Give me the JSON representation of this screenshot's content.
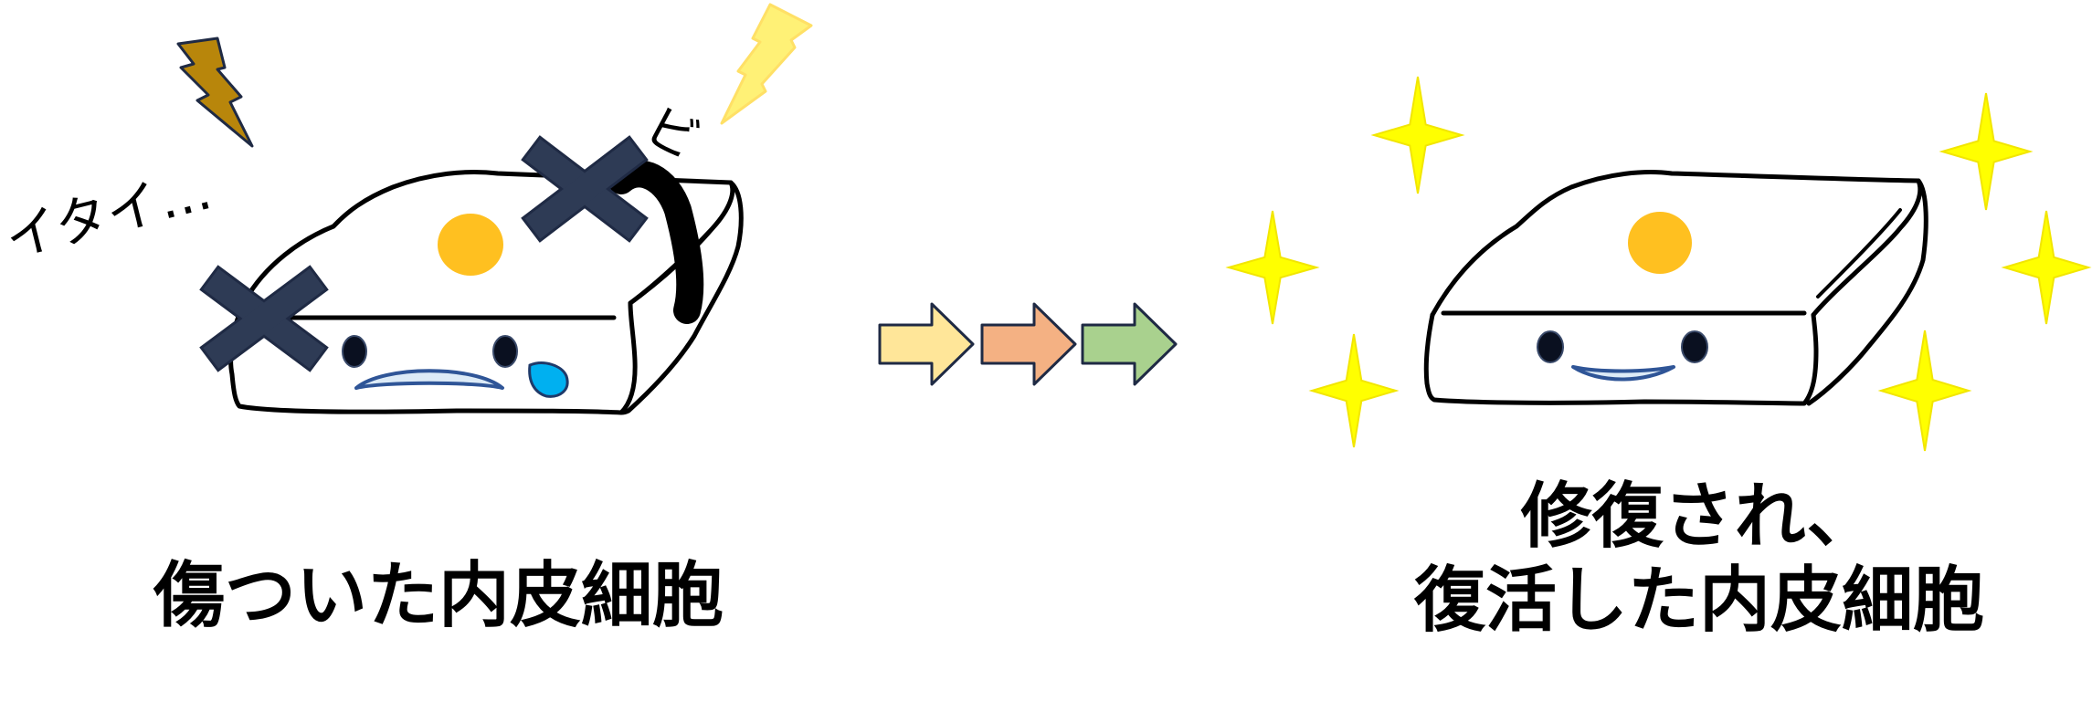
{
  "left_panel": {
    "caption": "傷ついた内皮細胞",
    "pain_exclamation": "イタイ…",
    "sound_effect": "ビ"
  },
  "right_panel": {
    "caption_line1": "修復され、",
    "caption_line2": "復活した内皮細胞"
  },
  "colors": {
    "nucleus": "#FFC020",
    "cross_marks": "#2E3B55",
    "bolt_dark": "#B8860B",
    "bolt_light": "#FFF176",
    "sparkle": "#FFFF00",
    "arrow_1": "#FFE699",
    "arrow_2": "#F4B183",
    "arrow_3": "#A9D18E",
    "tear": "#00B0F0",
    "mouth_fill": "#DDEBF7",
    "mouth_outline": "#2F5597"
  },
  "icons": [
    "lightning-bolt-icon",
    "cross-mark-icon",
    "sparkle-icon",
    "arrow-right-icon"
  ]
}
